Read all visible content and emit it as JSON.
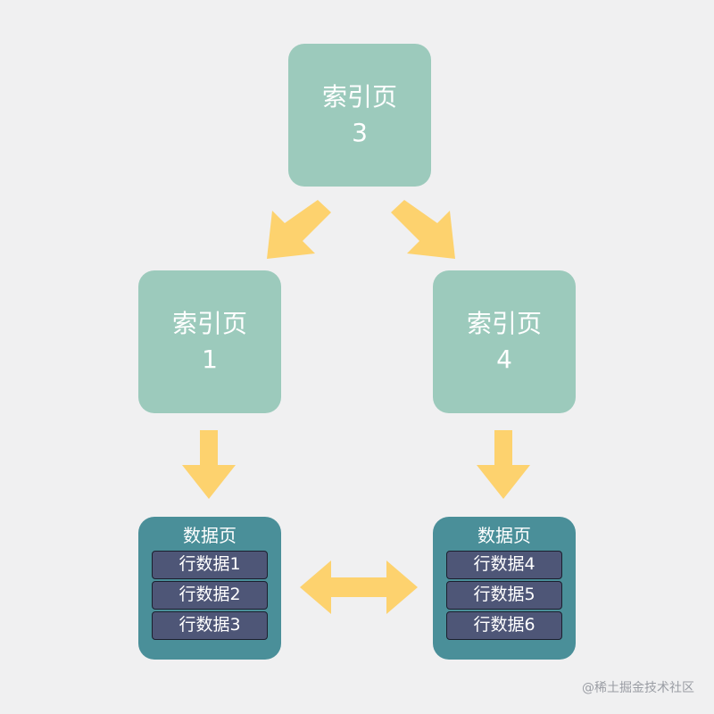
{
  "index_pages": {
    "top": {
      "label": "索引页",
      "number": "3"
    },
    "left": {
      "label": "索引页",
      "number": "1"
    },
    "right": {
      "label": "索引页",
      "number": "4"
    }
  },
  "data_pages": {
    "left": {
      "title": "数据页",
      "rows": [
        "行数据1",
        "行数据2",
        "行数据3"
      ]
    },
    "right": {
      "title": "数据页",
      "rows": [
        "行数据4",
        "行数据5",
        "行数据6"
      ]
    }
  },
  "colors": {
    "background": "#f0f0f1",
    "index_page": "#9ccabc",
    "data_page": "#4a8f99",
    "row": "#4e5677",
    "arrow": "#fdd26e"
  },
  "watermark": "@稀土掘金技术社区"
}
